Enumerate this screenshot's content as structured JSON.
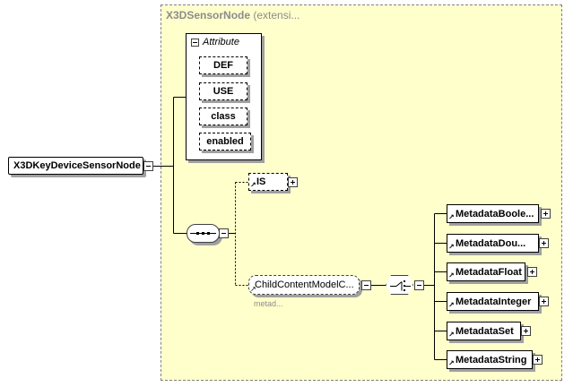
{
  "type_region": {
    "title_name": "X3DSensorNode",
    "title_suffix": " (extensi..."
  },
  "attribute_group": {
    "label": "Attribute",
    "items": [
      "DEF",
      "USE",
      "class",
      "enabled"
    ]
  },
  "root_element": {
    "label": "X3DKeyDeviceSensorNode"
  },
  "is_element": {
    "label": "IS"
  },
  "group_reference": {
    "label": "ChildContentModelC...",
    "annotation": "metad..."
  },
  "metadata_elements": [
    "MetadataBoole...",
    "MetadataDou...",
    "MetadataFloat",
    "MetadataInteger",
    "MetadataSet",
    "MetadataString"
  ]
}
